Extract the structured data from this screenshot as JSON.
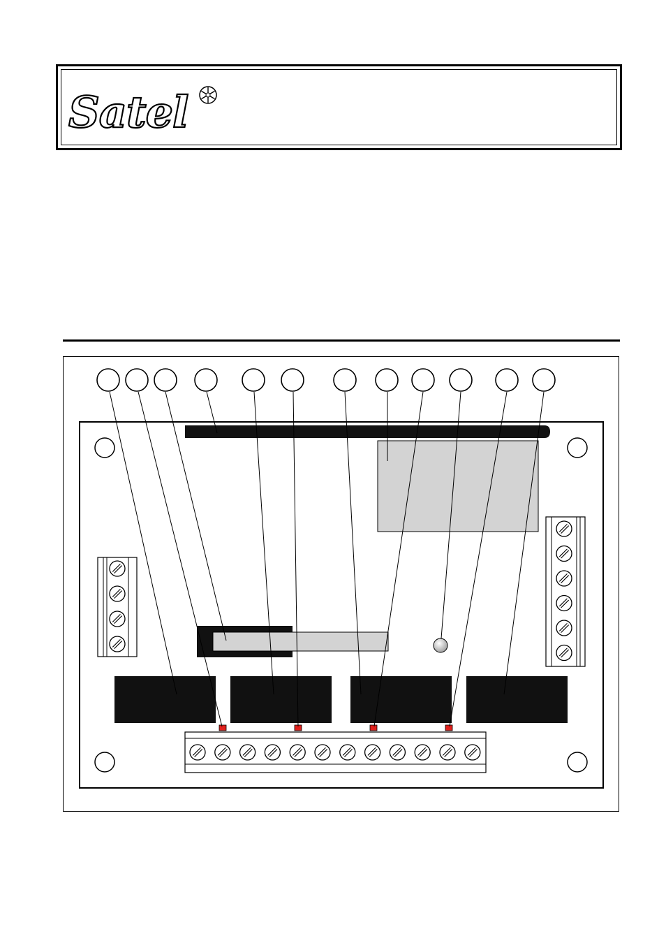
{
  "logo": {
    "text": "Satel",
    "mark": "asterisk-snowflake"
  },
  "diagram": {
    "callout_count": 12,
    "colors": {
      "ink": "#000000",
      "relay": "#111111",
      "panel": "#d3d3d3",
      "led": "#e0201c",
      "pin": "#cfcfcf"
    },
    "terminals": {
      "left_block": 4,
      "right_block": 6,
      "bottom_block": 12
    },
    "leds": 4,
    "relays": 4,
    "mount_holes": 4
  }
}
